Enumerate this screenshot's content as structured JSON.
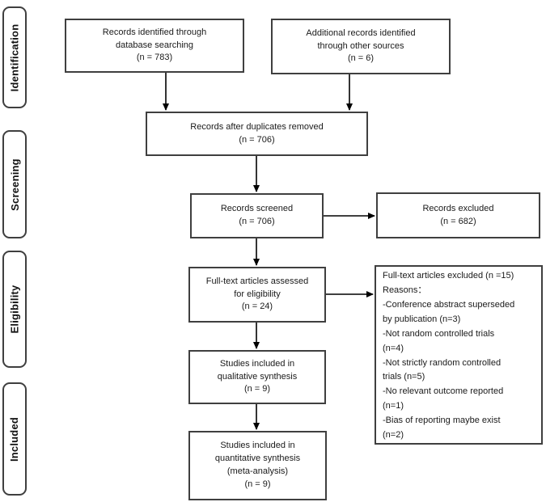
{
  "diagram_title": "PRISMA flow diagram",
  "colors": {
    "box_border": "#3f3f3f",
    "arrow": "#000000",
    "background": "#ffffff",
    "text": "#1a1a1a"
  },
  "stages": [
    {
      "label": "Identification"
    },
    {
      "label": "Screening"
    },
    {
      "label": "Eligibility"
    },
    {
      "label": "Included"
    }
  ],
  "boxes": {
    "identified": {
      "text": "Records identified through\ndatabase searching\n(n = 783)"
    },
    "additional": {
      "text": "Additional records identified\nthrough other sources\n(n = 6)"
    },
    "deduplicated": {
      "text": "Records after duplicates removed\n(n = 706)"
    },
    "screened": {
      "text": "Records screened\n(n = 706)"
    },
    "records_excluded": {
      "text": "Records excluded\n(n = 682)"
    },
    "fulltext_assessed": {
      "text": "Full-text articles assessed\nfor eligibility\n(n = 24)"
    },
    "fulltext_excluded": {
      "text": "Full-text articles excluded (n =15)\nReasons：\n-Conference abstract superseded\nby publication (n=3)\n-Not random controlled trials\n(n=4)\n-Not strictly random controlled\ntrials (n=5)\n-No relevant outcome reported\n(n=1)\n-Bias of reporting maybe exist\n(n=2)"
    },
    "qualitative": {
      "text": "Studies included in\nqualitative synthesis\n(n = 9)"
    },
    "quantitative": {
      "text": "Studies included in\nquantitative synthesis\n(meta-analysis)\n(n = 9)"
    }
  }
}
